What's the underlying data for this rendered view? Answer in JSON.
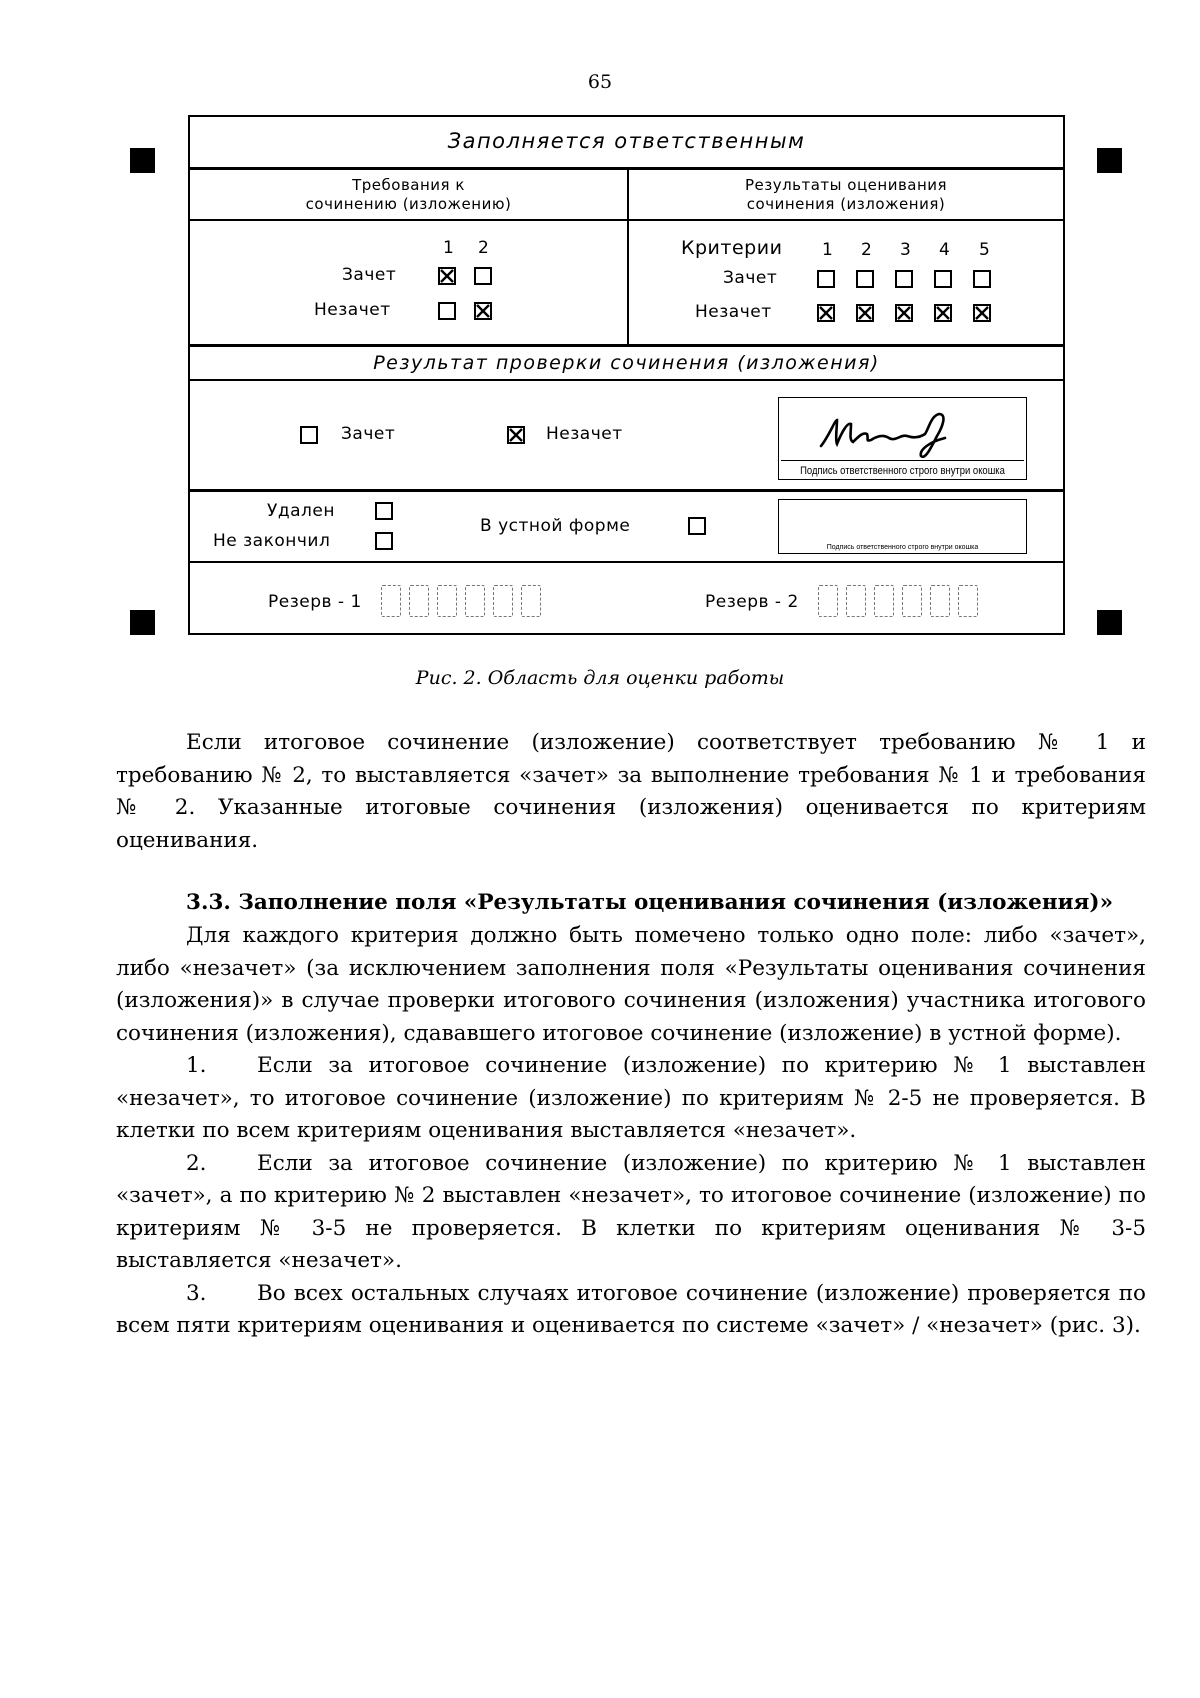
{
  "page_number": "65",
  "form": {
    "header": "Заполняется ответственным",
    "requirements_header_line1": "Требования к",
    "requirements_header_line2": "сочинению (изложению)",
    "results_header_line1": "Результаты оценивания",
    "results_header_line2": "сочинения (изложения)",
    "req_col1": "1",
    "req_col2": "2",
    "zachet_label": "Зачет",
    "nezachet_label": "Незачет",
    "criteria_label": "Критерии",
    "criteria_numbers": [
      "1",
      "2",
      "3",
      "4",
      "5"
    ],
    "check_result_header": "Результат проверки сочинения (изложения)",
    "result_zachet": "Зачет",
    "result_nezachet": "Незачет",
    "signature_caption": "Подпись ответственного строго внутри окошка",
    "udalen": "Удален",
    "ne_zakonchil": "Не закончил",
    "oral_form": "В устной форме",
    "signature_caption_small": "Подпись ответственного строго внутри окошка",
    "reserve1": "Резерв - 1",
    "reserve2": "Резерв - 2",
    "checkbox_states": {
      "req1_zachet": true,
      "req2_zachet": false,
      "req1_nezachet": false,
      "req2_nezachet": true,
      "crit_zachet": [
        false,
        false,
        false,
        false,
        false
      ],
      "crit_nezachet": [
        true,
        true,
        true,
        true,
        true
      ],
      "result_zachet": false,
      "result_nezachet": true,
      "udalen": false,
      "ne_zakonchil": false,
      "oral_form": false
    }
  },
  "figure_caption": "Рис. 2. Область для оценки работы",
  "para1": "Если итоговое сочинение (изложение) соответствует требованию № 1 и требованию № 2, то выставляется «зачет» за выполнение требования № 1 и требования № 2. Указанные итоговые сочинения (изложения) оценивается по критериям оценивания.",
  "section_heading": "3.3. Заполнение поля «Результаты оценивания сочинения (изложения)»",
  "para2": "Для каждого критерия должно быть помечено только одно поле: либо «зачет», либо «незачет» (за исключением заполнения поля «Результаты оценивания сочинения (изложения)» в случае проверки итогового сочинения (изложения) участника итогового сочинения (изложения), сдававшего итоговое сочинение (изложение) в устной форме).",
  "list": [
    {
      "num": "1.",
      "text": "Если за итоговое сочинение (изложение) по критерию № 1 выставлен «незачет», то итоговое сочинение (изложение) по критериям № 2-5 не проверяется. В клетки по всем критериям оценивания выставляется «незачет»."
    },
    {
      "num": "2.",
      "text": "Если за итоговое сочинение (изложение) по критерию № 1 выставлен «зачет», а по критерию № 2 выставлен «незачет», то итоговое сочинение (изложение) по критериям № 3-5 не проверяется. В клетки по критериям оценивания № 3-5 выставляется «незачет»."
    },
    {
      "num": "3.",
      "text": "Во всех остальных случаях итоговое сочинение (изложение) проверяется по всем пяти критериям оценивания и оценивается по системе «зачет» / «незачет» (рис. 3)."
    }
  ]
}
